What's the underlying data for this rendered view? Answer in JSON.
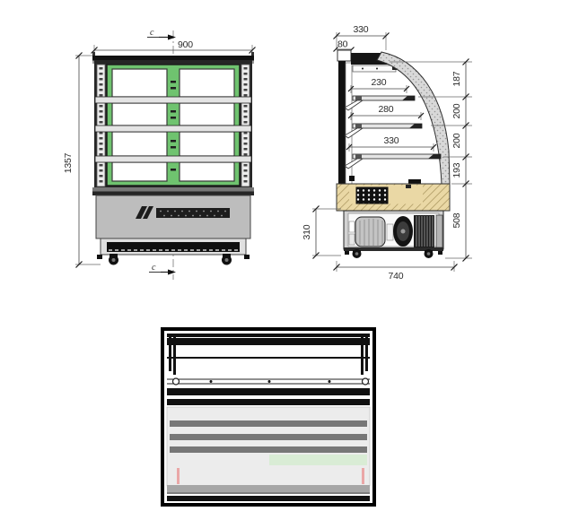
{
  "front_view": {
    "dim_width": "900",
    "dim_height": "1357",
    "section_marker_top": "c",
    "section_marker_bottom": "c"
  },
  "side_view": {
    "dim_canopy_depth": "330",
    "dim_back_cap": "80",
    "dim_shelf_top": "230",
    "dim_shelf_middle": "280",
    "dim_shelf_bottom": "330",
    "dim_tier_1": "187",
    "dim_tier_2": "200",
    "dim_tier_3": "200",
    "dim_tier_4": "193",
    "dim_base_height": "508",
    "dim_machine_height": "310",
    "dim_total_depth": "740"
  },
  "colors": {
    "frame_green": "#6fc36f",
    "deck_wood": "#ead8a5",
    "top_view_green_band": "#d9ecd5",
    "accent_pink": "#eaa7a7",
    "line_dark": "#1a1a1a",
    "panel_gray": "#bdbdbd"
  }
}
